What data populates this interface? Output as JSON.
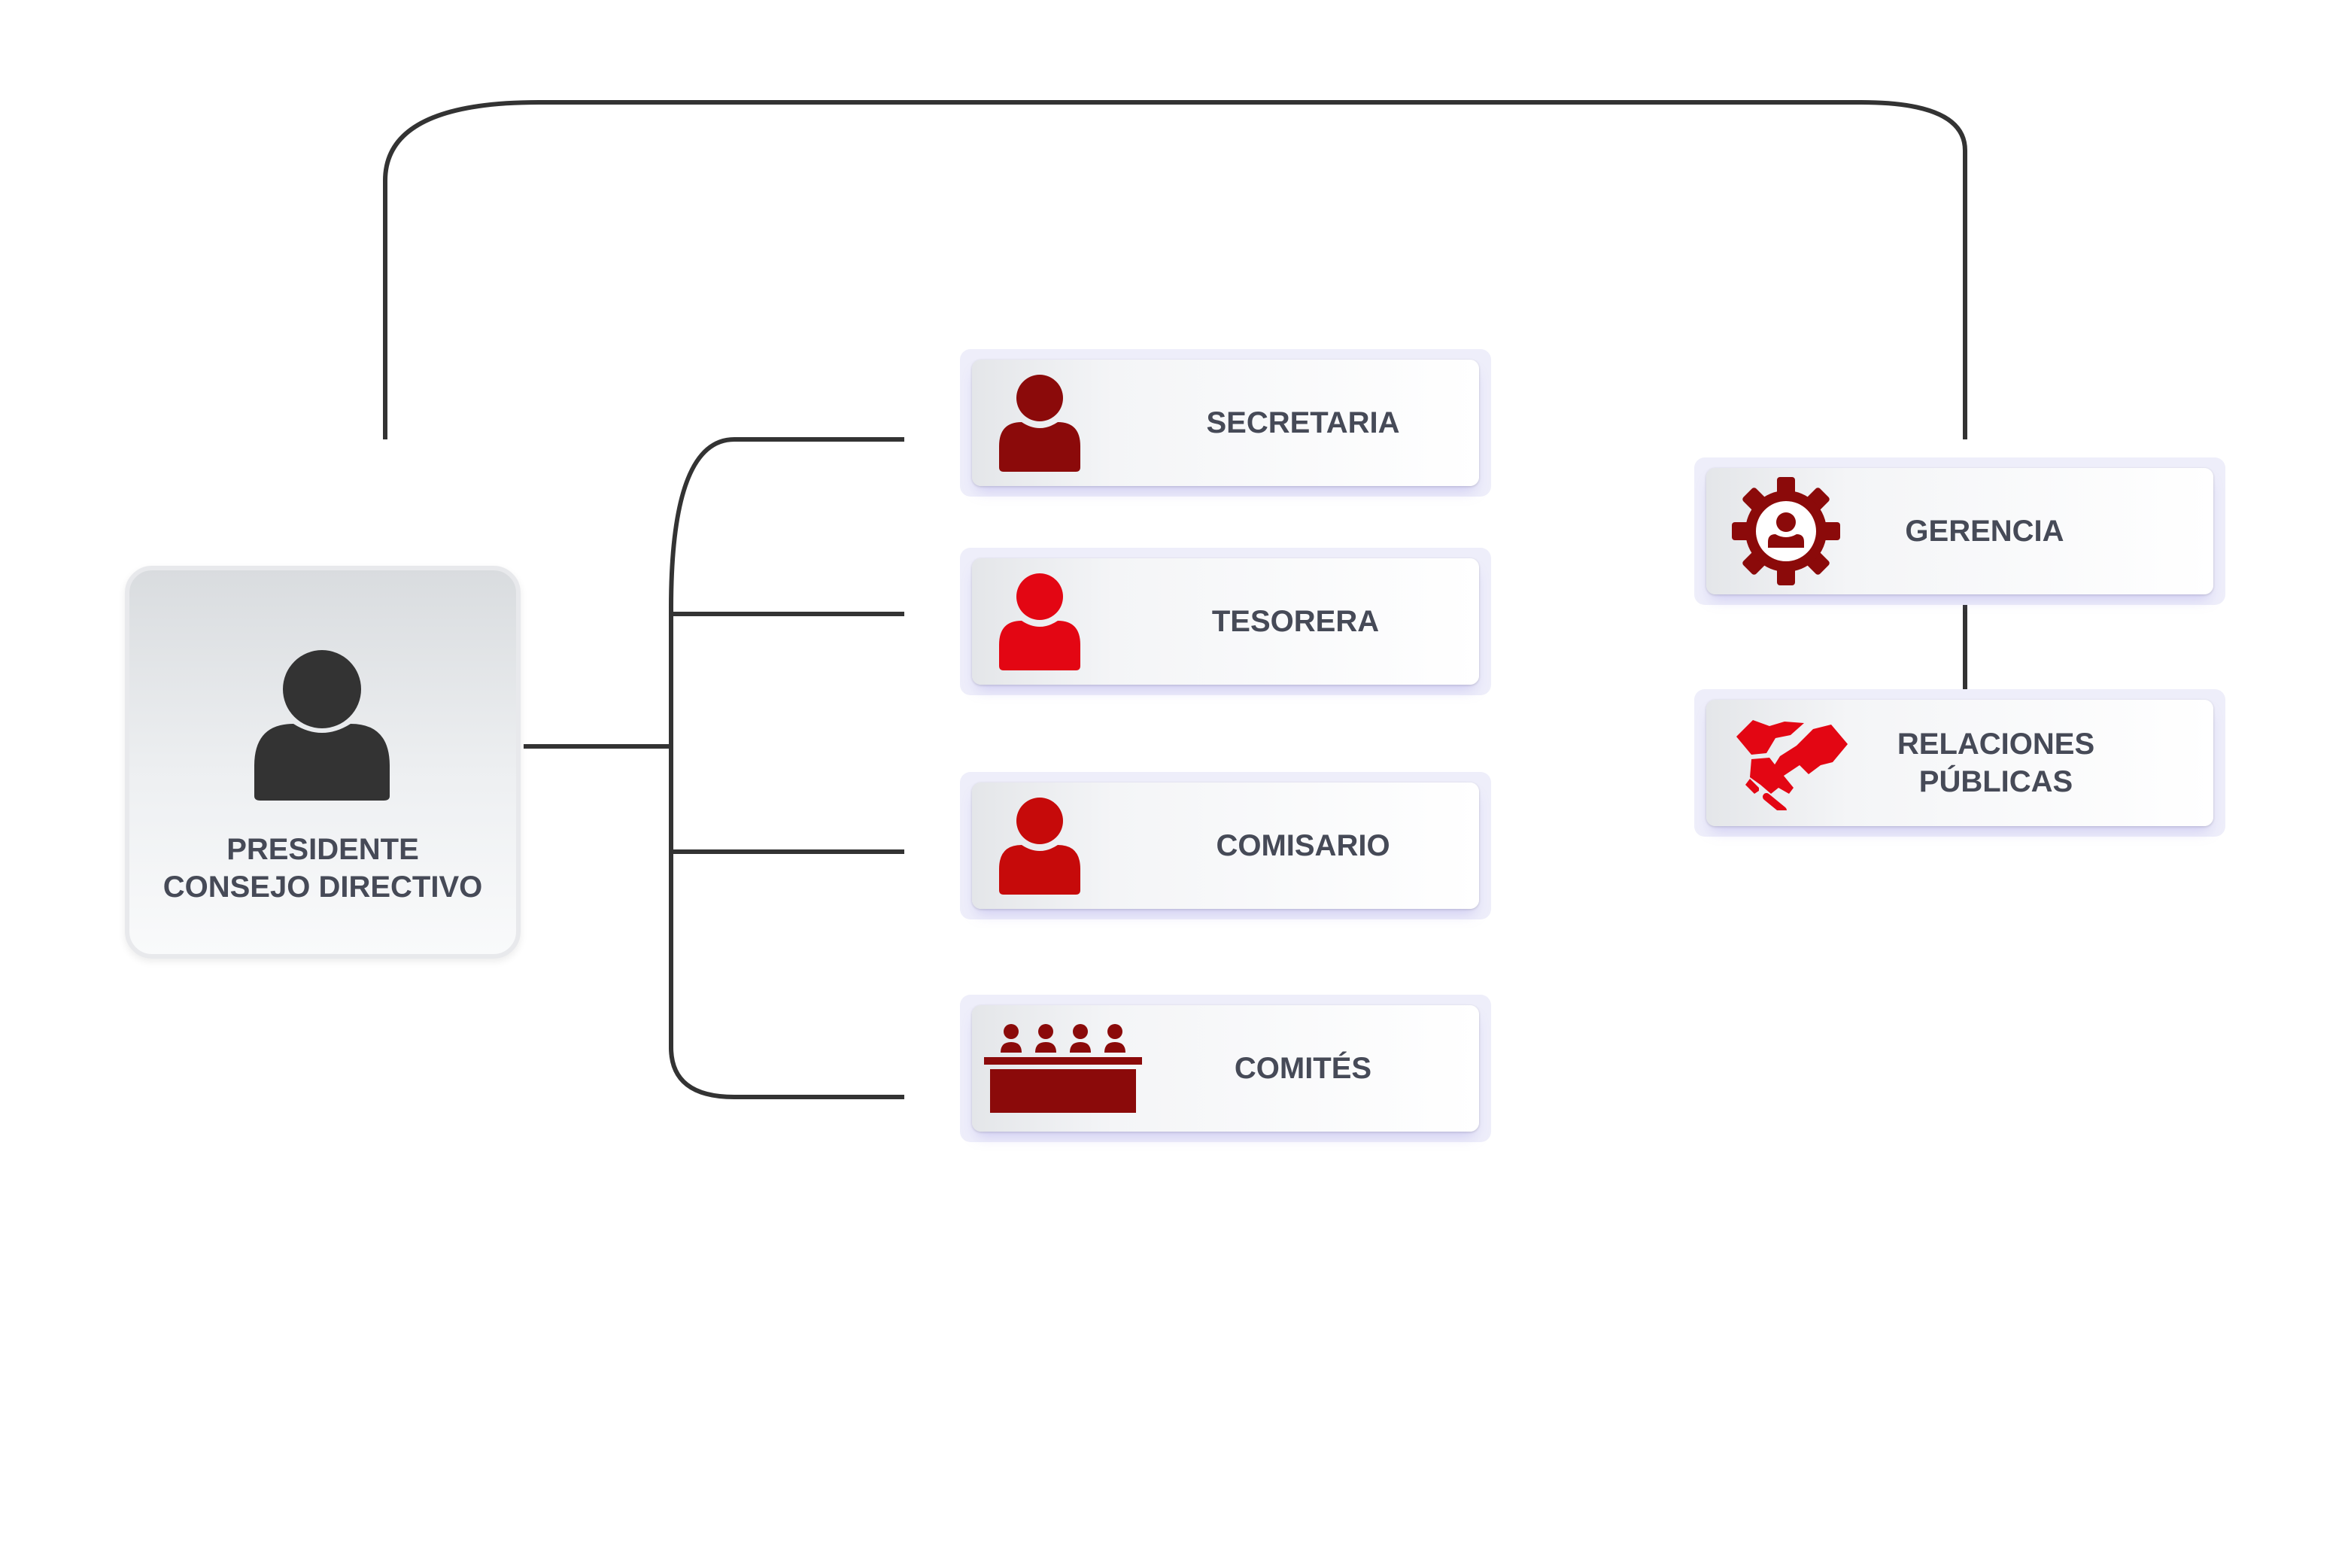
{
  "colors": {
    "connector": "#333333",
    "label_text": "#464a57",
    "president_icon": "#333333",
    "dark_red": "#8b0a0a",
    "red": "#e30613",
    "mid_red": "#c60a0a",
    "card_frame": "#eeeefa"
  },
  "president": {
    "icon": "person-icon",
    "title_line1": "PRESIDENTE",
    "title_line2": "CONSEJO DIRECTIVO"
  },
  "roles": {
    "secretaria": {
      "label": "SECRETARIA",
      "icon": "person-icon",
      "color": "#8b0a0a"
    },
    "tesorera": {
      "label": "TESORERA",
      "icon": "person-icon",
      "color": "#e30613"
    },
    "comisario": {
      "label": "COMISARIO",
      "icon": "person-icon",
      "color": "#c60a0a"
    },
    "comites": {
      "label": "COMITÉS",
      "icon": "committee-icon",
      "color": "#8b0a0a"
    },
    "gerencia": {
      "label": "GERENCIA",
      "icon": "gear-person-icon",
      "color": "#8b0a0a"
    },
    "relaciones": {
      "label_line1": "RELACIONES",
      "label_line2": "PÚBLICAS",
      "icon": "handshake-icon",
      "color": "#e30613"
    }
  }
}
